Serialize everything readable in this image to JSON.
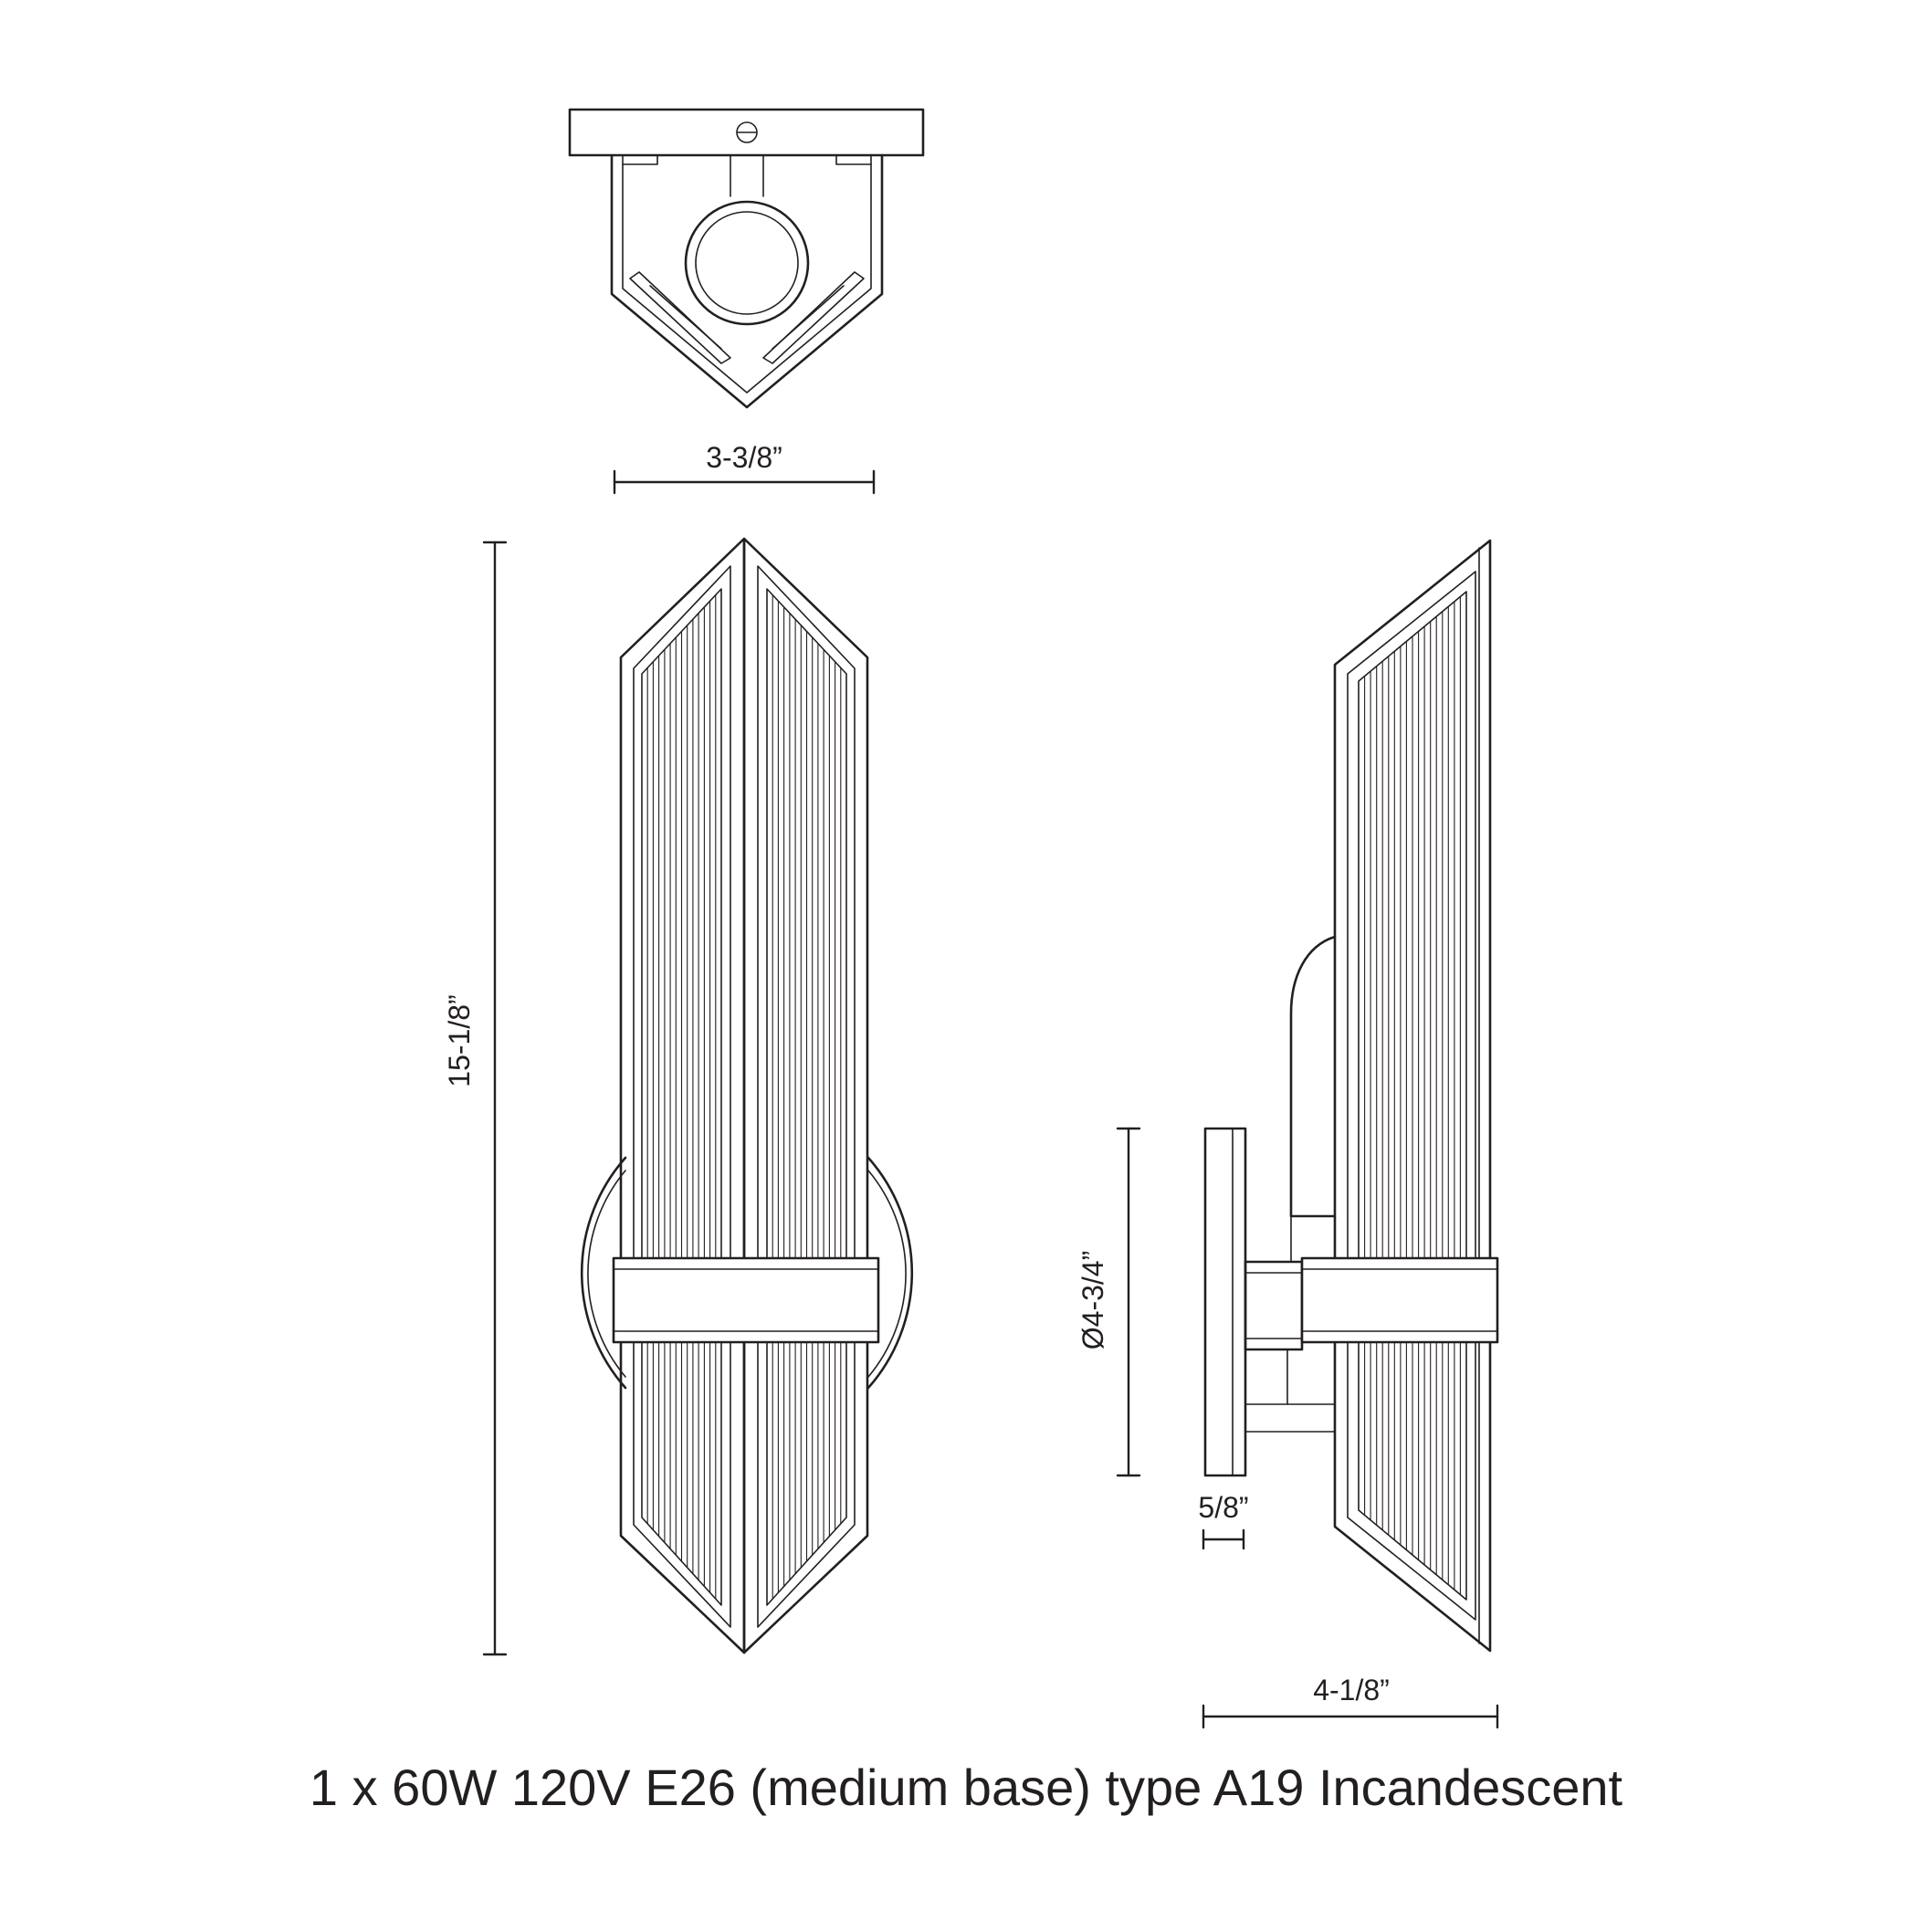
{
  "dimensions": {
    "top_width": "3-3/8”",
    "height": "15-1/8”",
    "backplate_diameter": "Ø4-3/4”",
    "backplate_depth": "5/8”",
    "extension": "4-1/8”"
  },
  "caption": "1 x 60W 120V E26 (medium base) type A19 Incandescent"
}
